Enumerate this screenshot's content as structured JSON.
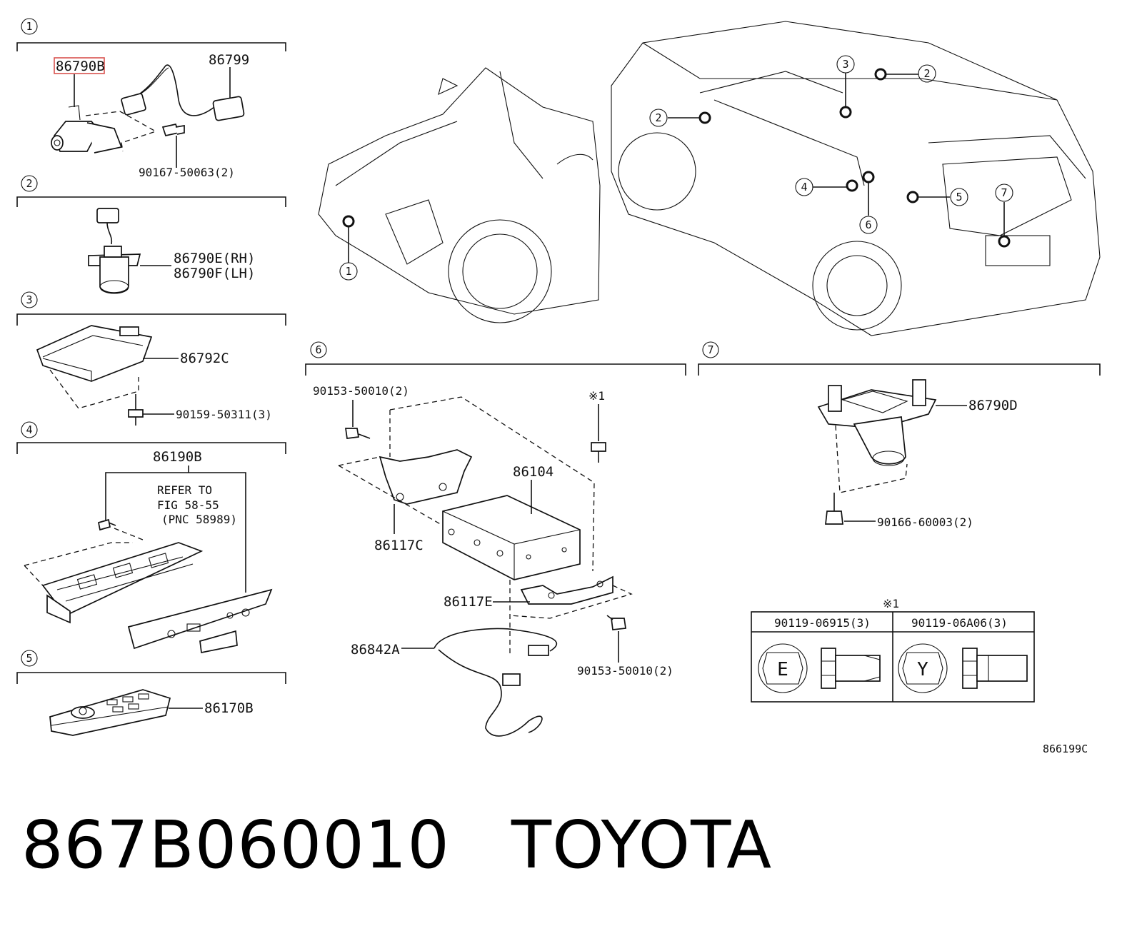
{
  "sections": [
    {
      "number": "1",
      "parts": [
        "86790B",
        "86799",
        "90167-50063(2)"
      ]
    },
    {
      "number": "2",
      "parts": [
        "86790E(RH)",
        "86790F(LH)"
      ]
    },
    {
      "number": "3",
      "parts": [
        "86792C",
        "90159-50311(3)"
      ]
    },
    {
      "number": "4",
      "parts": [
        "86190B"
      ],
      "note": [
        "REFER TO",
        "FIG 58-55",
        "(PNC 58989)"
      ]
    },
    {
      "number": "5",
      "parts": [
        "86170B"
      ]
    },
    {
      "number": "6",
      "parts": [
        "90153-50010(2)",
        "※1",
        "86104",
        "86117C",
        "86117E",
        "86842A",
        "90153-50010(2)"
      ]
    },
    {
      "number": "7",
      "parts": [
        "86790D",
        "90166-60003(2)"
      ]
    }
  ],
  "highlighted_part": "86790B",
  "car_callouts": [
    "1",
    "2",
    "2",
    "3",
    "4",
    "5",
    "6",
    "7"
  ],
  "fastener_table": {
    "mark": "※1",
    "columns": [
      {
        "part": "90119-06915(3)",
        "head_letter": "E"
      },
      {
        "part": "90119-06A06(3)",
        "head_letter": "Y"
      }
    ]
  },
  "figure_code": "866199C",
  "caption": {
    "part_number": "867B060010",
    "brand": "TOYOTA"
  },
  "colors": {
    "line": "#111111",
    "highlight": "#d9534f",
    "background": "#ffffff"
  }
}
